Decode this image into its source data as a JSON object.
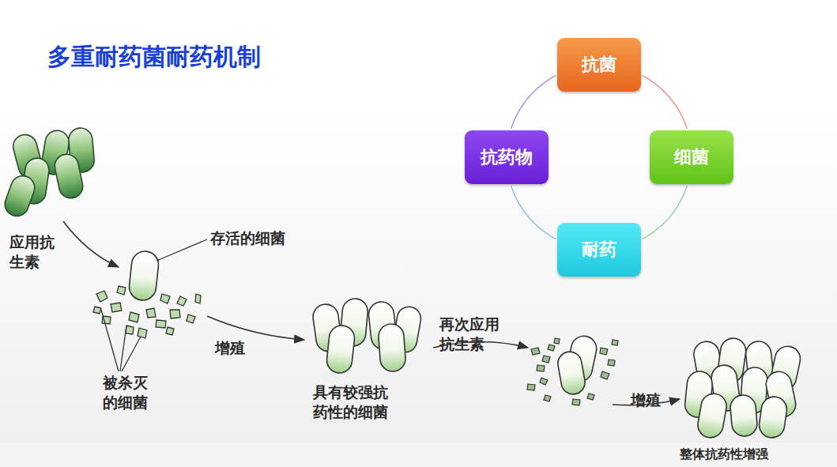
{
  "diagram": {
    "title": "多重耐药菌耐药机制",
    "nodes": [
      {
        "text": [
          "抗菌"
        ]
      },
      {
        "text": [
          "细菌"
        ]
      },
      {
        "text": [
          "耐药"
        ]
      },
      {
        "text": [
          "抗药物"
        ]
      }
    ],
    "edges": [
      {
        "from": 0,
        "to": 1,
        "arrow": "none"
      },
      {
        "from": 1,
        "to": 2,
        "arrow": "none"
      },
      {
        "from": 2,
        "to": 3,
        "arrow": "none"
      },
      {
        "from": 3,
        "to": 0,
        "arrow": "none"
      }
    ],
    "labels": [
      "应用抗生素",
      "存活的细菌",
      "被杀灭的细菌",
      "增殖",
      "具有较强抗药性的细菌",
      "再次应用抗生素",
      "增殖",
      "整体抗药性增强"
    ]
  }
}
